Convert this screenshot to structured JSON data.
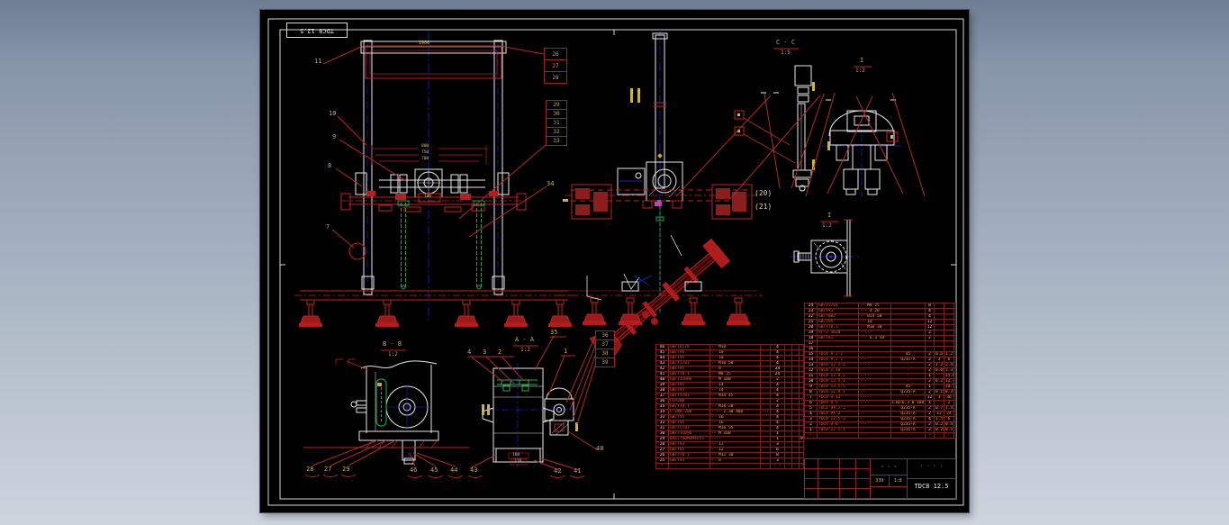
{
  "sheet": {
    "title_box_text": "TDC8 12.5"
  },
  "labels": {
    "c11": "11",
    "c10": "10",
    "c9": "9",
    "c8": "8",
    "c7": "7",
    "c34": "34",
    "s26": [
      "26",
      "27",
      "28"
    ],
    "s29": [
      "29",
      "30",
      "31",
      "32",
      "33"
    ],
    "p20": "(20)",
    "p21": "(21)",
    "cc_name": "C - C",
    "cc_scale": "1:5",
    "d1_name": "I",
    "d1_scale": "1:2",
    "d2_name": "I",
    "d2_scale": "1:2",
    "bb_name": "B - B",
    "bb_scale": "1:2",
    "aa_name": "A - A",
    "aa_scale": "1:2",
    "dim_span": "1900",
    "dim_a": "800",
    "dim_b": "750",
    "dim_c": "700",
    "dim_hub": "100",
    "dim_aa1": "160",
    "dim_aa2": "118",
    "aa_top": [
      "4",
      "3",
      "2"
    ],
    "aa_one": "1",
    "aa35": "35",
    "s36": [
      "36",
      "37",
      "38",
      "39"
    ],
    "c40": "40",
    "c42": "42",
    "c41": "41",
    "row_b": [
      "28",
      "27",
      "29"
    ],
    "row_m": [
      "46",
      "45",
      "44",
      "43"
    ]
  },
  "parts_table_left": {
    "rows": [
      [
        "46",
        "GB/T6170",
        "·· M10",
        "",
        "4",
        "",
        "",
        ""
      ],
      [
        "45",
        "GB/T95",
        "·· 10",
        "",
        "4",
        "",
        "",
        ""
      ],
      [
        "44",
        "GB/T95",
        "·· 10",
        "",
        "4",
        "",
        "",
        ""
      ],
      [
        "43",
        "GB/T5783",
        "·· M10 50",
        "",
        "4",
        "",
        "",
        ""
      ],
      [
        "42",
        "GB/T95",
        "·· 8",
        "",
        "24",
        "",
        "",
        ""
      ],
      [
        "41",
        "GB/T70.1",
        "·· M8 25",
        "",
        "24",
        "",
        "",
        ""
      ],
      [
        "40",
        "GB/T11096",
        "·· M 100",
        "",
        "2",
        "",
        "",
        ""
      ],
      [
        "39",
        "GB/T95",
        "·· 14",
        "",
        "4",
        "",
        "",
        ""
      ],
      [
        "38",
        "GB/T95",
        "·· 14",
        "",
        "4",
        "",
        "",
        ""
      ],
      [
        "37",
        "GB/T5783",
        "·· M14 45",
        "",
        "4",
        "",
        "",
        ""
      ],
      [
        "36",
        "LCP200",
        "·····",
        "",
        "2",
        "",
        "",
        "···"
      ],
      [
        "35",
        "GB/T70.1",
        "·· M10 20",
        "",
        "4",
        "",
        "",
        ""
      ],
      [
        "34",
        "C-2M8-200",
        "···· 2.30 400",
        "····",
        "4",
        "",
        "",
        "····"
      ],
      [
        "33",
        "GB/T95",
        "·· 16",
        "",
        "4",
        "",
        "",
        ""
      ],
      [
        "32",
        "GB/T95",
        "·· 16",
        "",
        "4",
        "",
        "",
        ""
      ],
      [
        "31",
        "GB/T5783",
        "·· M16 55",
        "",
        "4",
        "",
        "",
        ""
      ],
      [
        "30",
        "GB/T11096",
        "·· M 160",
        "",
        "1",
        "",
        "",
        ""
      ],
      [
        "29",
        "04x7760M3M4x55",
        "····",
        "",
        "1",
        "",
        "",
        "97···"
      ],
      [
        "28",
        "GB/T93",
        "·· 12",
        "",
        "3",
        "",
        "",
        ""
      ],
      [
        "27",
        "GB/T95",
        "·· 12",
        "",
        "6",
        "",
        "",
        ""
      ],
      [
        "26",
        "GB/T70.1",
        "·· M12 30",
        "",
        "8",
        "",
        "",
        ""
      ],
      [
        "25",
        "GB/T93",
        "·· 8",
        "",
        "3",
        "",
        "",
        ""
      ],
      [
        "·",
        "· ·",
        "· ·",
        "·",
        "· ·",
        "·",
        "·",
        "· ·"
      ]
    ]
  },
  "parts_table_right": {
    "rows": [
      [
        "24",
        "GB/T5781",
        "·· M8 25",
        "",
        "8",
        "",
        "",
        ""
      ],
      [
        "23",
        "GB/T91",
        "··· 4 20",
        "",
        "4",
        "",
        "",
        ""
      ],
      [
        "22",
        "GB/T882",
        "·· B14 50",
        "",
        "4",
        "",
        "",
        ""
      ],
      [
        "21",
        "GB/T95",
        "·· 10",
        "",
        "12",
        "",
        "",
        ""
      ],
      [
        "20",
        "GB/T70.1",
        "·· M10 30",
        "",
        "12",
        "",
        "",
        ""
      ],
      [
        "19",
        "SF-2 3020",
        "·····",
        "",
        "2",
        "",
        "",
        "····"
      ],
      [
        "18",
        "GB/T91",
        "··· 6.3 50",
        "",
        "2",
        "",
        "",
        ""
      ],
      [
        "17",
        "",
        "",
        "",
        "",
        "",
        "",
        ""
      ],
      [
        "16",
        "",
        "",
        "",
        "",
        "",
        "",
        ""
      ],
      [
        "15",
        "TDC4 9.2-2",
        "··",
        "45",
        "2",
        "0.6",
        "1.2",
        "··"
      ],
      [
        "14",
        "TDC4 9.2-1",
        "····",
        "Q235-A",
        "2",
        "3",
        "6",
        "··"
      ],
      [
        "13",
        "TDC8 12.5-2",
        "····",
        "·",
        "2",
        "1.2",
        "2.4",
        "··"
      ],
      [
        "12",
        "TDC8 1.10",
        "···",
        "·",
        "2",
        "0.65",
        "1.3",
        "··"
      ],
      [
        "11",
        "TDC8 12.9.2",
        "·····",
        "·",
        "1",
        "",
        "15.6",
        ""
      ],
      [
        "10",
        "TDC8 12.5.1",
        "···",
        "·",
        "2",
        "6.2",
        "12.4",
        ""
      ],
      [
        "9",
        "TDC8 13.5-5",
        "···",
        "45",
        "1",
        "",
        "14.5",
        ""
      ],
      [
        "8",
        "TDC8 12.9-1",
        "···",
        "Q235-A",
        "2",
        "0.15",
        "0.3",
        ""
      ],
      [
        "7",
        "TDC8 9.13",
        "·····",
        "·",
        "12",
        "3",
        "36",
        "··"
      ],
      [
        "6",
        "TDC9 9-5",
        "····",
        "L10/6.3 B 188",
        "1",
        "",
        "2",
        "··"
      ],
      [
        "5",
        "TDC4 9A.2-2",
        "··",
        "Q235-A",
        "2",
        "0.7",
        "1.4",
        "··"
      ],
      [
        "4",
        "TDC4 9A-2",
        "··",
        "Q235-A",
        "2",
        "12",
        "24",
        ""
      ],
      [
        "3",
        "TDC8 12.5-3",
        "··",
        "Q235-A",
        "4",
        "1.5",
        "6",
        ""
      ],
      [
        "2",
        "TDC9 9-8",
        "····",
        "Q235-A",
        "2",
        "0.2",
        "0.4",
        "··"
      ],
      [
        "1",
        "TDC8 12.5-1",
        "··",
        "Q235-A",
        "2",
        "0.25",
        "0.5",
        ""
      ],
      [
        "·",
        "· ·",
        "· ·",
        "· ·",
        "·",
        "·",
        "·",
        "· ·"
      ]
    ]
  },
  "title_block": {
    "part_name": "· · ·",
    "weight": "339",
    "scale": "1:8",
    "sheet_info": "· · · ·",
    "drawing_no": "TDC8 12.5"
  },
  "colors": {
    "cad_red": "#c32020",
    "cad_white": "#e8e8e8",
    "cad_yellow": "#d6b84e",
    "cad_green": "#23b14e",
    "cad_blue": "#2a2ae0",
    "cad_magenta": "#b04ab0"
  }
}
